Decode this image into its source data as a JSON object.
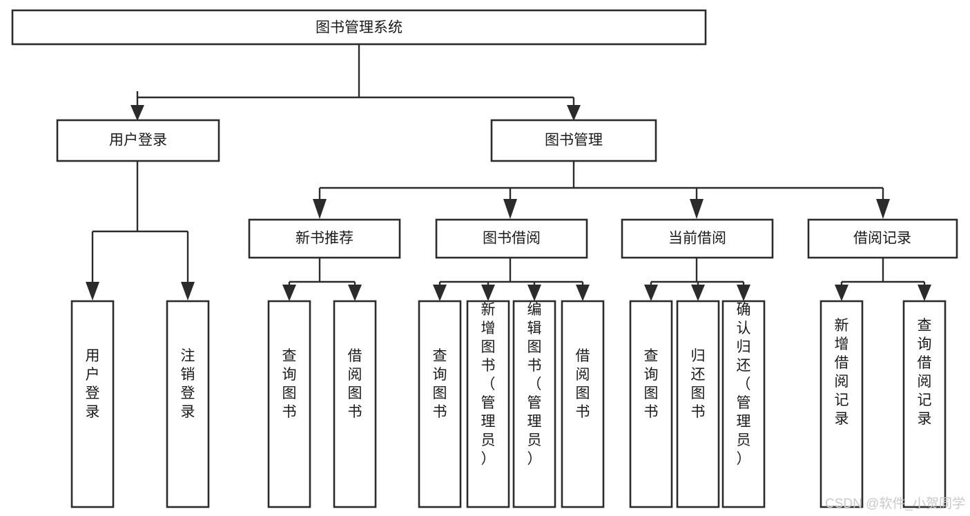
{
  "diagram": {
    "title": "图书管理系统",
    "type": "tree",
    "orientation": "top-down",
    "colors": {
      "box_stroke": "#2b2b2b",
      "box_fill": "#ffffff",
      "connector": "#2b2b2b",
      "text": "#1a1a1a",
      "watermark": "#c9c9c9",
      "background": "#ffffff"
    },
    "root": {
      "label": "图书管理系统"
    },
    "level2": [
      {
        "label": "用户登录"
      },
      {
        "label": "图书管理"
      }
    ],
    "level3": [
      {
        "label": "新书推荐"
      },
      {
        "label": "图书借阅"
      },
      {
        "label": "当前借阅"
      },
      {
        "label": "借阅记录"
      }
    ],
    "leaves": {
      "user_login": [
        {
          "label": "用户登录"
        },
        {
          "label": "注销登录"
        }
      ],
      "new_book_recommend": [
        {
          "label": "查询图书"
        },
        {
          "label": "借阅图书"
        }
      ],
      "book_borrow": [
        {
          "label": "查询图书"
        },
        {
          "label": "新增图书（管理员）"
        },
        {
          "label": "编辑图书（管理员）"
        },
        {
          "label": "借阅图书"
        }
      ],
      "current_borrow": [
        {
          "label": "查询图书"
        },
        {
          "label": "归还图书"
        },
        {
          "label": "确认归还（管理员）"
        }
      ],
      "borrow_record": [
        {
          "label": "新增借阅记录"
        },
        {
          "label": "查询借阅记录"
        }
      ]
    }
  },
  "watermark": {
    "text": "CSDN @软件_小贺同学"
  }
}
